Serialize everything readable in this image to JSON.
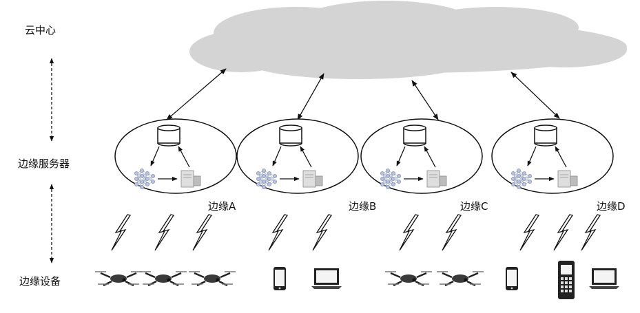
{
  "tiers": {
    "cloud": "云中心",
    "edge_server": "边缘服务器",
    "edge_device": "边缘设备"
  },
  "edges": [
    {
      "label": "边缘A",
      "devices": [
        "drone",
        "drone",
        "drone"
      ]
    },
    {
      "label": "边缘B",
      "devices": [
        "smartphone",
        "laptop"
      ]
    },
    {
      "label": "边缘C",
      "devices": [
        "drone",
        "drone"
      ]
    },
    {
      "label": "边缘D",
      "devices": [
        "smartphone",
        "keypad-phone",
        "laptop"
      ]
    }
  ],
  "colors": {
    "cloud_fill": "#d4d4d4",
    "line": "#111111",
    "node_fill": "#b9c3dc",
    "server_fill": "#dedede"
  }
}
